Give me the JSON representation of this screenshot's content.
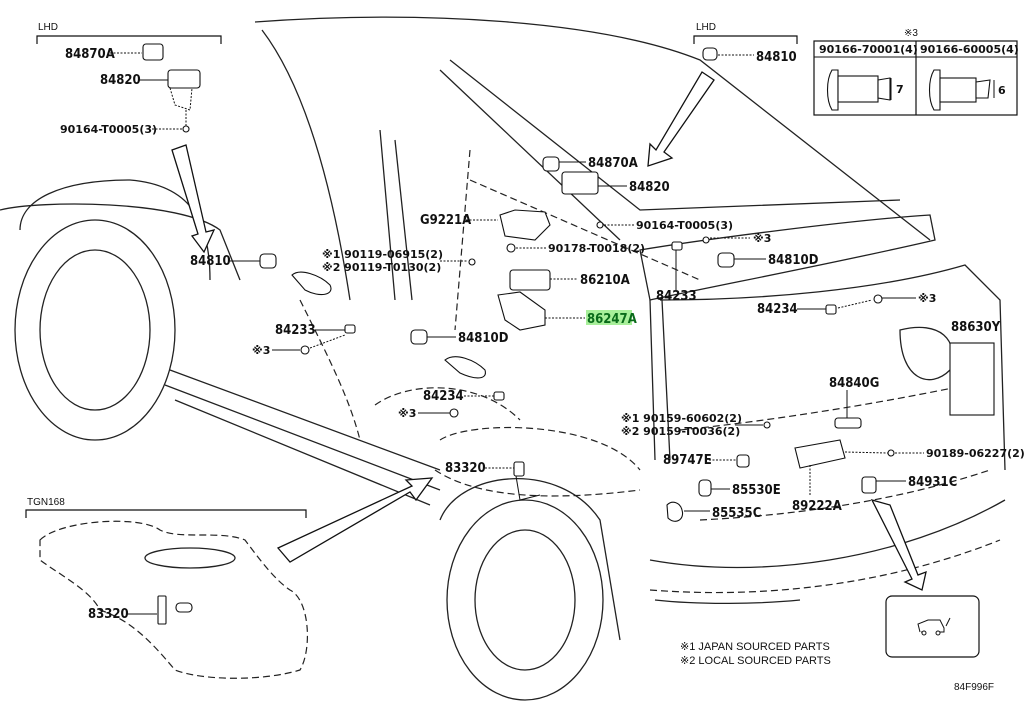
{
  "diagram": {
    "code": "84F996F",
    "groups": {
      "lhd_left": "LHD",
      "lhd_right": "LHD",
      "tgn": "TGN168"
    },
    "fastener_table": {
      "marker": "※3",
      "columns": [
        {
          "part": "90166-70001(4)",
          "dimension": "7"
        },
        {
          "part": "90166-60005(4)",
          "dimension": "6"
        }
      ]
    },
    "notes": [
      "※1 JAPAN SOURCED PARTS",
      "※2 LOCAL SOURCED PARTS"
    ],
    "inset_icon": "rear-hatch-open-icon",
    "labels": {
      "p84870A_left": "84870A",
      "p84820_left": "84820",
      "p90164_left": "90164-T0005(3)",
      "p84810_right": "84810",
      "p84870A_mid": "84870A",
      "p84820_mid": "84820",
      "pG9221A": "G9221A",
      "p90164_mid": "90164-T0005(3)",
      "p3_a": "※3",
      "p90119_1": "※1 90119-06915(2)",
      "p90119_2": "※2 90119-T0130(2)",
      "p90178": "90178-T0018(2)",
      "p84810D_right": "84810D",
      "p84810_left": "84810",
      "p86210A": "86210A",
      "p84233_right": "84233",
      "p86247A": "86247A",
      "p84234_right": "84234",
      "p3_b": "※3",
      "p88630Y": "88630Y",
      "p84233_left": "84233",
      "p3_c": "※3",
      "p84810D_mid": "84810D",
      "p84840G": "84840G",
      "p84234_left": "84234",
      "p3_d": "※3",
      "p90159_1": "※1 90159-60602(2)",
      "p90159_2": "※2 90159-T0036(2)",
      "p83320_mid": "83320",
      "p89747E": "89747E",
      "p90189": "90189-06227(2)",
      "p85530E": "85530E",
      "p84931C": "84931C",
      "p89222A": "89222A",
      "p85535C": "85535C",
      "p83320_tank": "83320"
    },
    "highlighted_part": "86247A",
    "colors": {
      "highlight_background": "#a8ef9a",
      "highlight_text": "#0a6b1a",
      "line": "#111111"
    }
  }
}
